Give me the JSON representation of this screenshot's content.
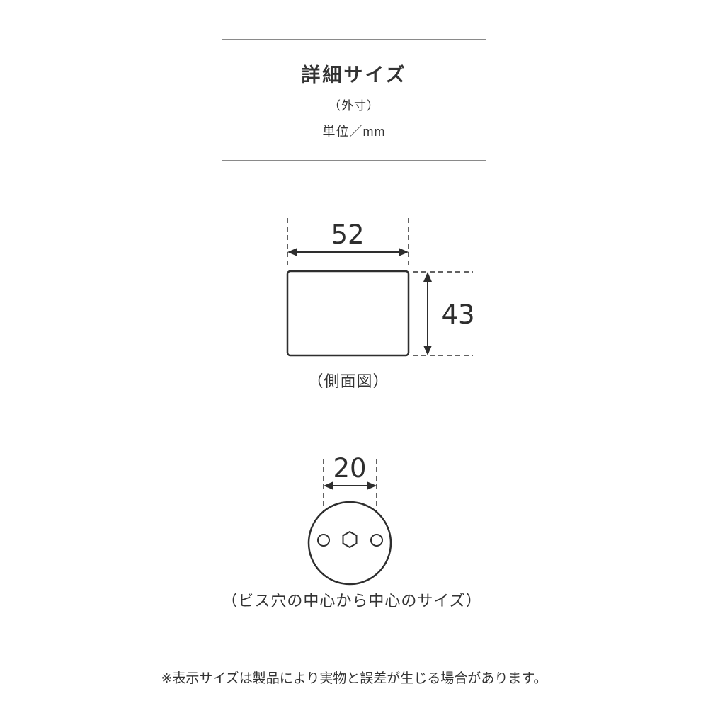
{
  "header": {
    "title": "詳細サイズ",
    "subtitle": "（外寸）",
    "unit": "単位／mm"
  },
  "side_view": {
    "width_label": "52",
    "height_label": "43",
    "caption": "（側面図）"
  },
  "bottom_view": {
    "spacing_label": "20",
    "caption": "（ビス穴の中心から中心のサイズ）"
  },
  "footnote": "※表示サイズは製品により実物と誤差が生じる場合があります。",
  "colors": {
    "line": "#2e2e2e",
    "text": "#333333",
    "border": "#8a8a8a"
  }
}
